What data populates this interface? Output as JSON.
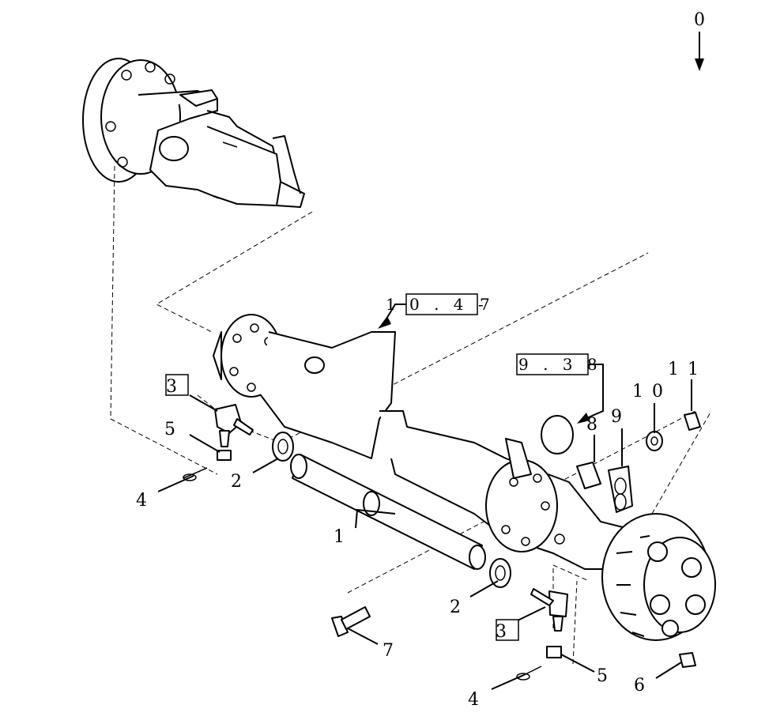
{
  "direction_marker": {
    "label": "0"
  },
  "callouts": [
    {
      "id": "c1",
      "text": "1"
    },
    {
      "id": "c2a",
      "text": "2"
    },
    {
      "id": "c2b",
      "text": "2"
    },
    {
      "id": "c3a",
      "text": "3"
    },
    {
      "id": "c3b",
      "text": "3"
    },
    {
      "id": "c4a",
      "text": "4"
    },
    {
      "id": "c4b",
      "text": "4"
    },
    {
      "id": "c5a",
      "text": "5"
    },
    {
      "id": "c5b",
      "text": "5"
    },
    {
      "id": "c6",
      "text": "6"
    },
    {
      "id": "c7",
      "text": "7"
    },
    {
      "id": "c8",
      "text": "8"
    },
    {
      "id": "c9",
      "text": "9"
    },
    {
      "id": "c10",
      "text": "1 0"
    },
    {
      "id": "c11",
      "text": "1 1"
    }
  ],
  "references": {
    "ref_10_4_7": {
      "prefix": "1",
      "boxed": "0 . 4 -",
      "suffix": "7"
    },
    "ref_9_38": {
      "boxed": "9 . 3 8"
    }
  }
}
